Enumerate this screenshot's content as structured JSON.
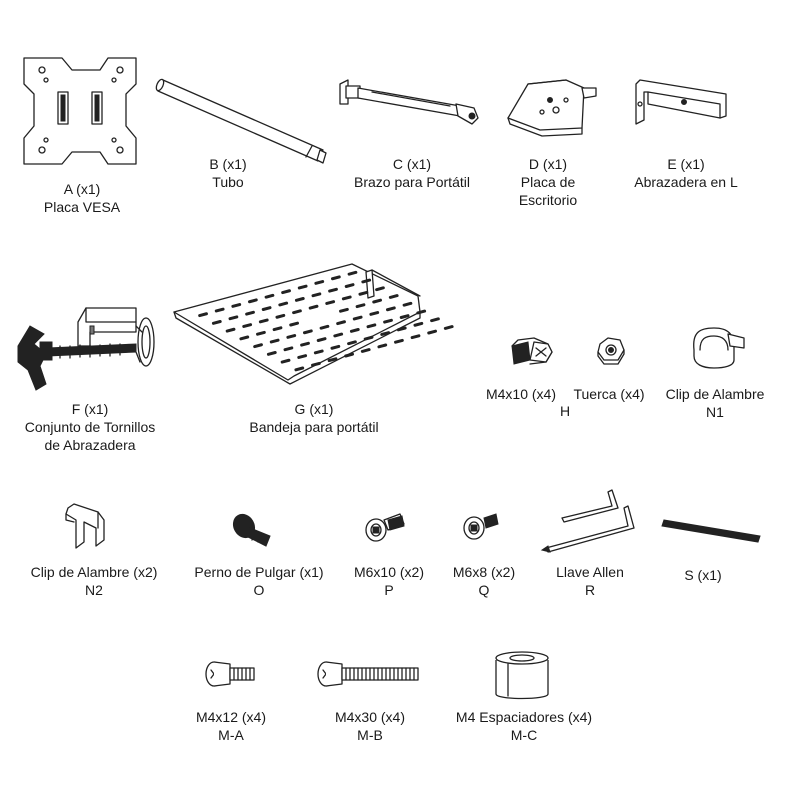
{
  "parts": [
    {
      "id": "A",
      "line1": "A (x1)",
      "line2": "Placa VESA",
      "icon": "vesa-plate-icon"
    },
    {
      "id": "B",
      "line1": "B (x1)",
      "line2": "Tubo",
      "icon": "tube-icon"
    },
    {
      "id": "C",
      "line1": "C (x1)",
      "line2": "Brazo para Portátil",
      "icon": "laptop-arm-icon"
    },
    {
      "id": "D",
      "line1": "D (x1)",
      "line2": "Placa de",
      "line3": "Escritorio",
      "icon": "desk-plate-icon"
    },
    {
      "id": "E",
      "line1": "E (x1)",
      "line2": "Abrazadera en L",
      "icon": "l-bracket-icon"
    },
    {
      "id": "F",
      "line1": "F (x1)",
      "line2": "Conjunto de Tornillos",
      "line3": "de Abrazadera",
      "icon": "clamp-screw-set-icon"
    },
    {
      "id": "G",
      "line1": "G (x1)",
      "line2": "Bandeja para portátil",
      "icon": "laptop-tray-icon"
    },
    {
      "id": "H",
      "line1": "M4x10 (x4)",
      "line2": "Tuerca (x4)",
      "line3": "H",
      "icon": "screw-nut-icon"
    },
    {
      "id": "N1",
      "line1": "Clip de Alambre",
      "line2": "N1",
      "icon": "wire-clip-n1-icon"
    },
    {
      "id": "N2",
      "line1": "Clip de Alambre (x2)",
      "line2": "N2",
      "icon": "wire-clip-n2-icon"
    },
    {
      "id": "O",
      "line1": "Perno de Pulgar (x1)",
      "line2": "O",
      "icon": "thumb-bolt-icon"
    },
    {
      "id": "P",
      "line1": "M6x10 (x2)",
      "line2": "P",
      "icon": "hex-bolt-p-icon"
    },
    {
      "id": "Q",
      "line1": "M6x8 (x2)",
      "line2": "Q",
      "icon": "hex-bolt-q-icon"
    },
    {
      "id": "R",
      "line1": "Llave Allen",
      "line2": "R",
      "icon": "allen-key-icon"
    },
    {
      "id": "S",
      "line1": "S (x1)",
      "icon": "strip-icon"
    },
    {
      "id": "MA",
      "line1": "M4x12 (x4)",
      "line2": "M-A",
      "icon": "screw-m4x12-icon"
    },
    {
      "id": "MB",
      "line1": "M4x30 (x4)",
      "line2": "M-B",
      "icon": "screw-m4x30-icon"
    },
    {
      "id": "MC",
      "line1": "M4 Espaciadores (x4)",
      "line2": "M-C",
      "icon": "spacer-icon"
    }
  ]
}
